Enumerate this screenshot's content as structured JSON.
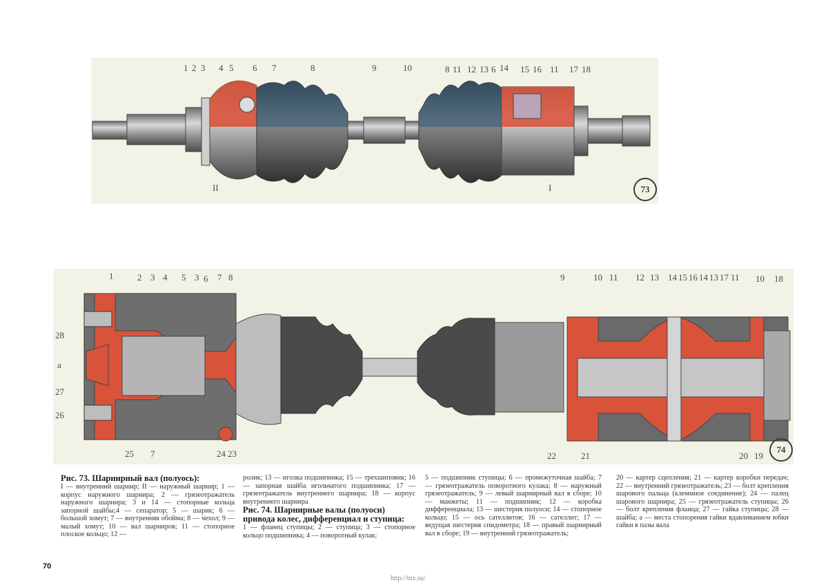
{
  "figure73": {
    "number": "73",
    "top_callouts": [
      "1",
      "2",
      "3",
      "4",
      "5",
      "6",
      "7",
      "8",
      "9",
      "10",
      "8",
      "11",
      "12",
      "13",
      "6",
      "14",
      "15",
      "16",
      "11",
      "17",
      "18"
    ],
    "bottom_callouts": [
      "II",
      "I"
    ]
  },
  "figure74": {
    "number": "74",
    "top_callouts_left": [
      "1",
      "2",
      "3",
      "4",
      "5",
      "3",
      "6",
      "7",
      "8"
    ],
    "top_callouts_right": [
      "9",
      "10",
      "11",
      "12",
      "13",
      "14",
      "15",
      "16",
      "14",
      "13",
      "17",
      "11",
      "10",
      "18"
    ],
    "left_callouts": [
      "28",
      "a",
      "27",
      "26"
    ],
    "bottom_callouts_left": [
      "25",
      "7",
      "24",
      "23"
    ],
    "bottom_callouts_right": [
      "22",
      "21",
      "20",
      "19"
    ]
  },
  "captions": {
    "col1_title": "Рис. 73. Шарнирный вал (полуось):",
    "col1_text": "I — внутренний шарнир; II — наружный шарнир; 1 — корпус наружного шарнира; 2 — грязеотражатель наружного шарнира; 3 и 14 — стопорные кольца запорной шайбы;4 — сепаратор; 5 — шарик; 6 — большой хомут; 7 — внутренняя обойма; 8 — чехол; 9 — малый хомут; 10 — вал шарниров; 11 — стопорное плоское кольцо; 12 —",
    "col2_text_a": "ролик; 13 — иголка подшипника; 15 — трехшиповик; 16 — запорная шайба игольчатого подшипника; 17 — грязеотражатель внутреннего шарнира; 18 — корпус внутреннего шарнира",
    "col2_title": "Рис. 74. Шарнирные валы (полуоси) привода колес, дифференциал и ступица:",
    "col2_text_b": "1 — фланец ступицы; 2 — ступица; 3 — стопорное кольцо подшипника; 4 — поворотный кулак;",
    "col3_text": "5 — подшипник ступицы; 6 — промежуточная шайба; 7 — грязеотражатель поворотного кулака; 8 — наружный грязеотражатель; 9 — левый шарнирный вал в сборе; 10 — манжеты; 11 — подшипник; 12 — коробка дифференциала; 13 — шестерня полуоси; 14 — стопорное кольцо; 15 — ось сателлитов; 16 — сателлит; 17 — ведущая шестерня спидометра; 18 — правый шарнирный вал в сборе; 19 — внутренний грязеотражатель;",
    "col4_text": "20 — картер сцепления; 21 — картер коробки передач; 22 — внутренний грязеотражатель; 23 — болт крепления шарового пальца (клеммное соединение); 24 — палец шарового шарнира; 25 — грязеотражатель ступицы; 26 — болт крепления фланца; 27 — гайка ступицы; 28 — шайба; а — места стопорения гайки вдавливанием юбки гайки в пазы вала"
  },
  "footer": {
    "page_number": "70",
    "url": "http://tnx.su/"
  },
  "colors": {
    "section_red": "#d9533b",
    "boot_blue": "#2c5a78",
    "metal_dark": "#555555",
    "metal_light": "#bdbdbd",
    "background": "#f3f2e6"
  }
}
